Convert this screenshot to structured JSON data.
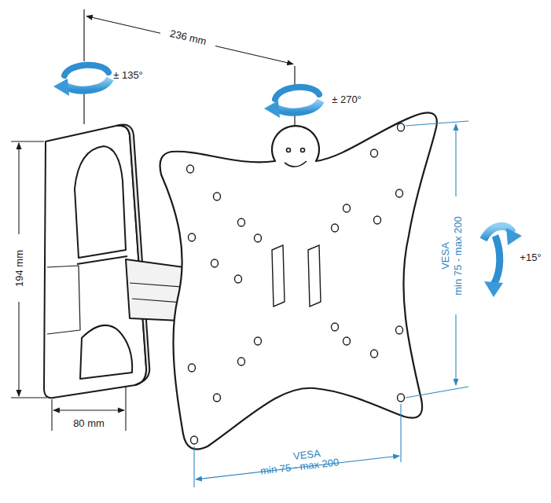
{
  "diagram": {
    "labels": [
      "236 mm",
      "± 135°",
      "± 270°",
      "194 mm",
      "80 mm",
      "VESA",
      "min 75 - max 200",
      "+15°",
      "VESA",
      "min 75 - max 200"
    ]
  }
}
